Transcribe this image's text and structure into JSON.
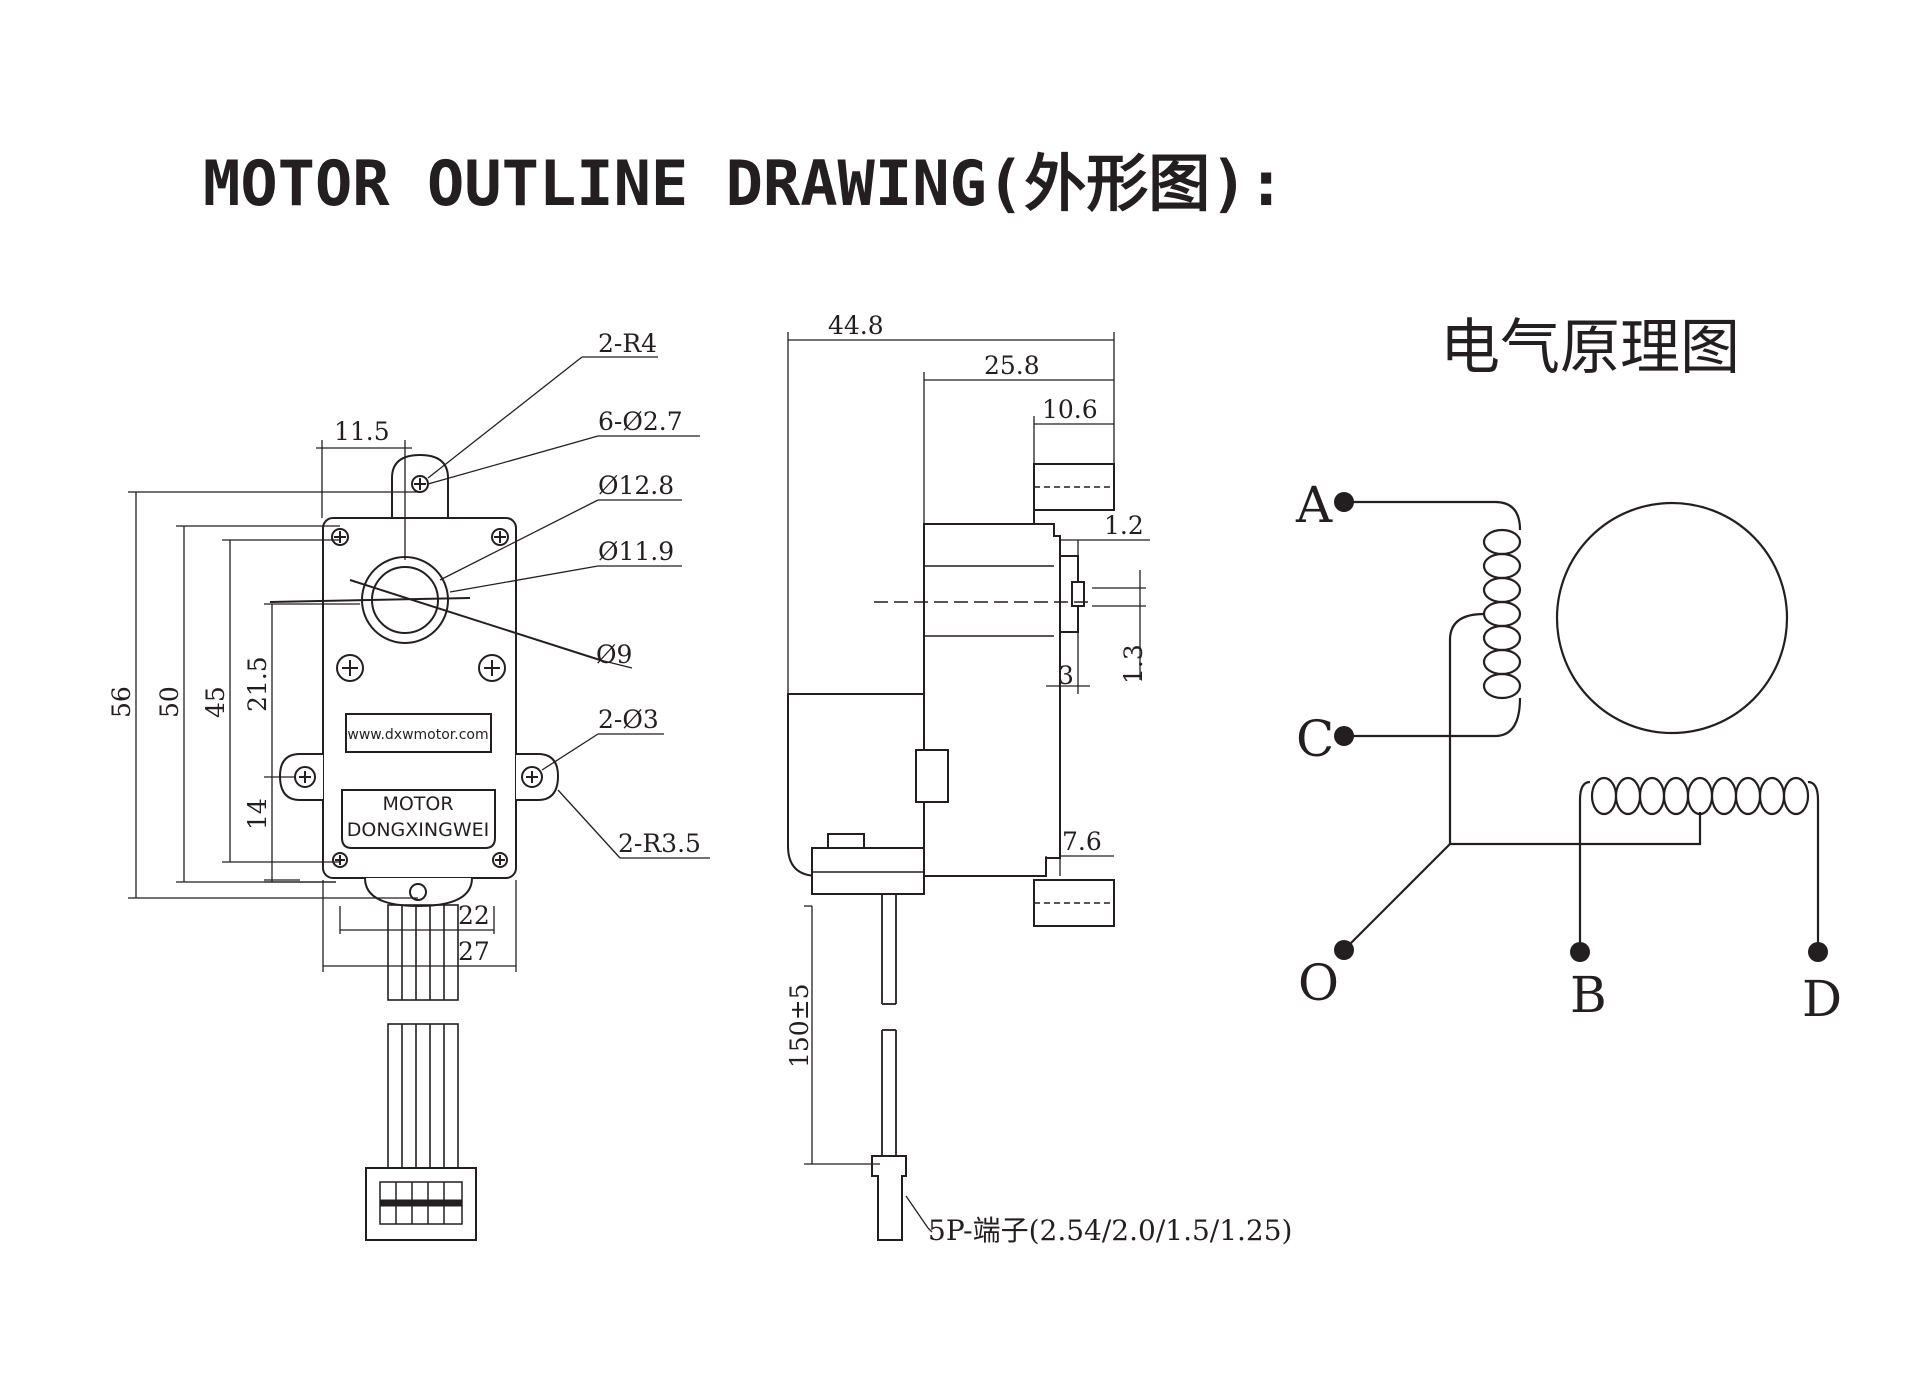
{
  "title": "MOTOR OUTLINE DRAWING(外形图):",
  "front_view": {
    "dims": {
      "r4": "2-R4",
      "holes_27": "6-Ø2.7",
      "d12_8": "Ø12.8",
      "d11_9": "Ø11.9",
      "d9": "Ø9",
      "holes_3": "2-Ø3",
      "r3_5": "2-R3.5",
      "w11_5": "11.5",
      "h56": "56",
      "h50": "50",
      "h45": "45",
      "h21_5": "21.5",
      "h14": "14",
      "w22": "22",
      "w27": "27"
    },
    "label_url": "www.dxwmotor.com",
    "label_line1": "MOTOR",
    "label_line2": "DONGXINGWEI"
  },
  "side_view": {
    "dims": {
      "l44_8": "44.8",
      "l25_8": "25.8",
      "l10_6": "10.6",
      "l1_2": "1.2",
      "l1_3": "1.3",
      "l3": "3",
      "l7_6": "7.6",
      "l150": "150±5"
    },
    "connector": "5P-端子(2.54/2.0/1.5/1.25)"
  },
  "schematic": {
    "title": "电气原理图",
    "terminals": [
      "A",
      "C",
      "O",
      "B",
      "D"
    ]
  }
}
